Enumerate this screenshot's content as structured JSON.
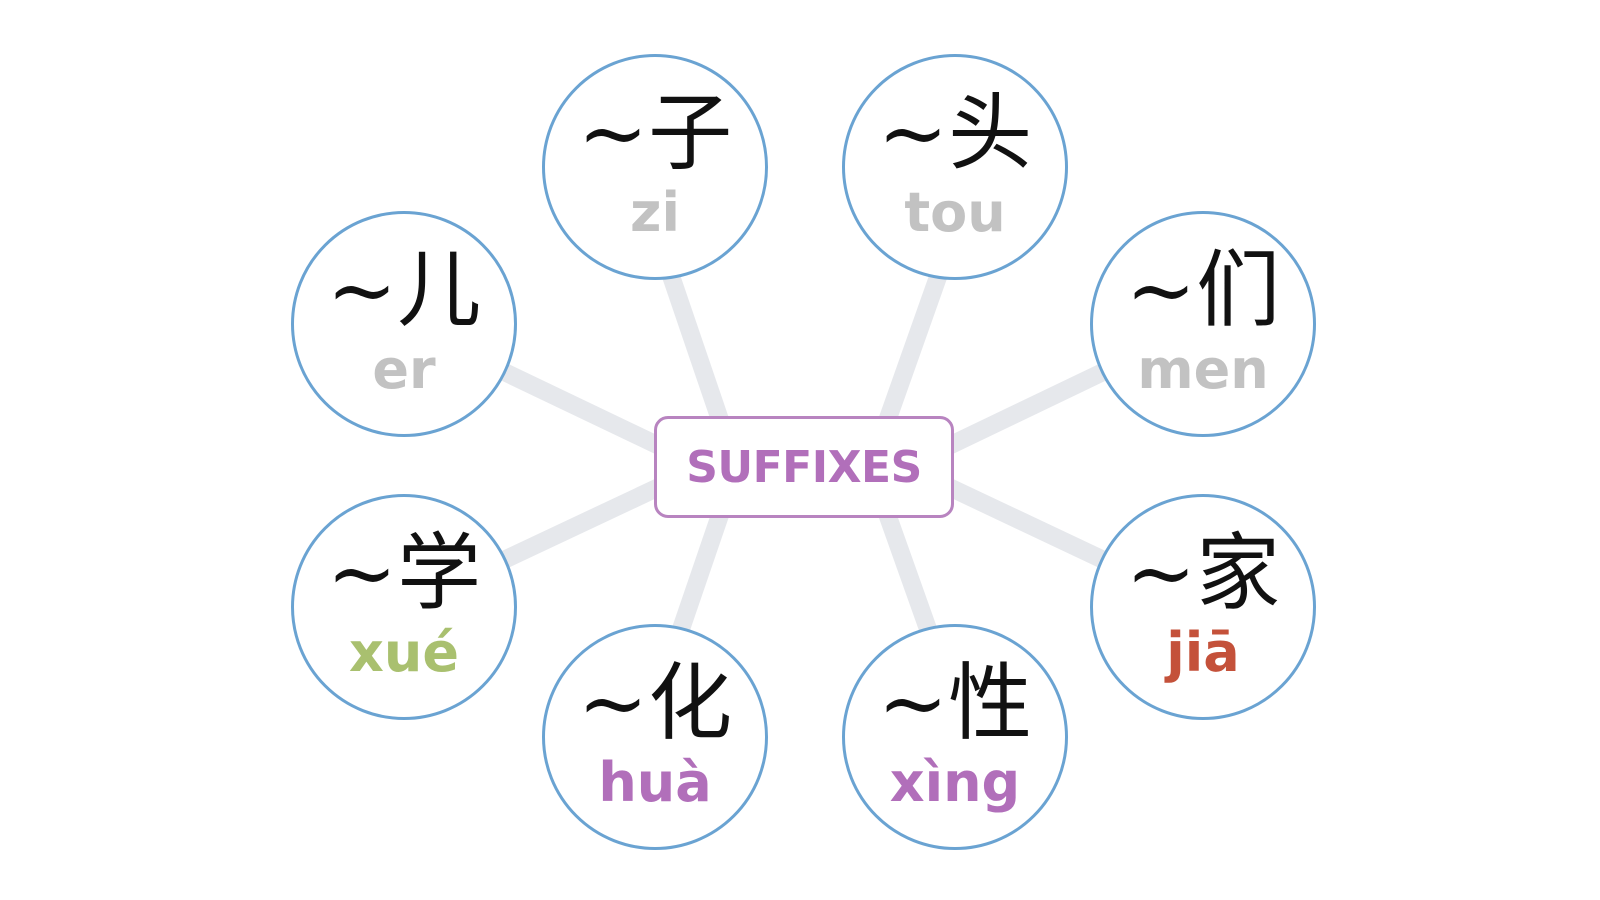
{
  "center": {
    "label": "SUFFIXES"
  },
  "suffixes": [
    {
      "id": "zi",
      "hanzi": "~子",
      "pinyin": "zi",
      "color": "#c2c2c2"
    },
    {
      "id": "tou",
      "hanzi": "~头",
      "pinyin": "tou",
      "color": "#c2c2c2"
    },
    {
      "id": "er",
      "hanzi": "~儿",
      "pinyin": "er",
      "color": "#c2c2c2"
    },
    {
      "id": "men",
      "hanzi": "~们",
      "pinyin": "men",
      "color": "#c2c2c2"
    },
    {
      "id": "xue",
      "hanzi": "~学",
      "pinyin": "xué",
      "color": "#a9c06f"
    },
    {
      "id": "jia",
      "hanzi": "~家",
      "pinyin": "jiā",
      "color": "#c4513a"
    },
    {
      "id": "hua",
      "hanzi": "~化",
      "pinyin": "huà",
      "color": "#b16fba"
    },
    {
      "id": "xing",
      "hanzi": "~性",
      "pinyin": "xìng",
      "color": "#b16fba"
    }
  ],
  "colors": {
    "node_border": "#6aa3d2",
    "center_border": "#b884c0",
    "center_text": "#b16fba",
    "connector": "#e6e8ec"
  }
}
